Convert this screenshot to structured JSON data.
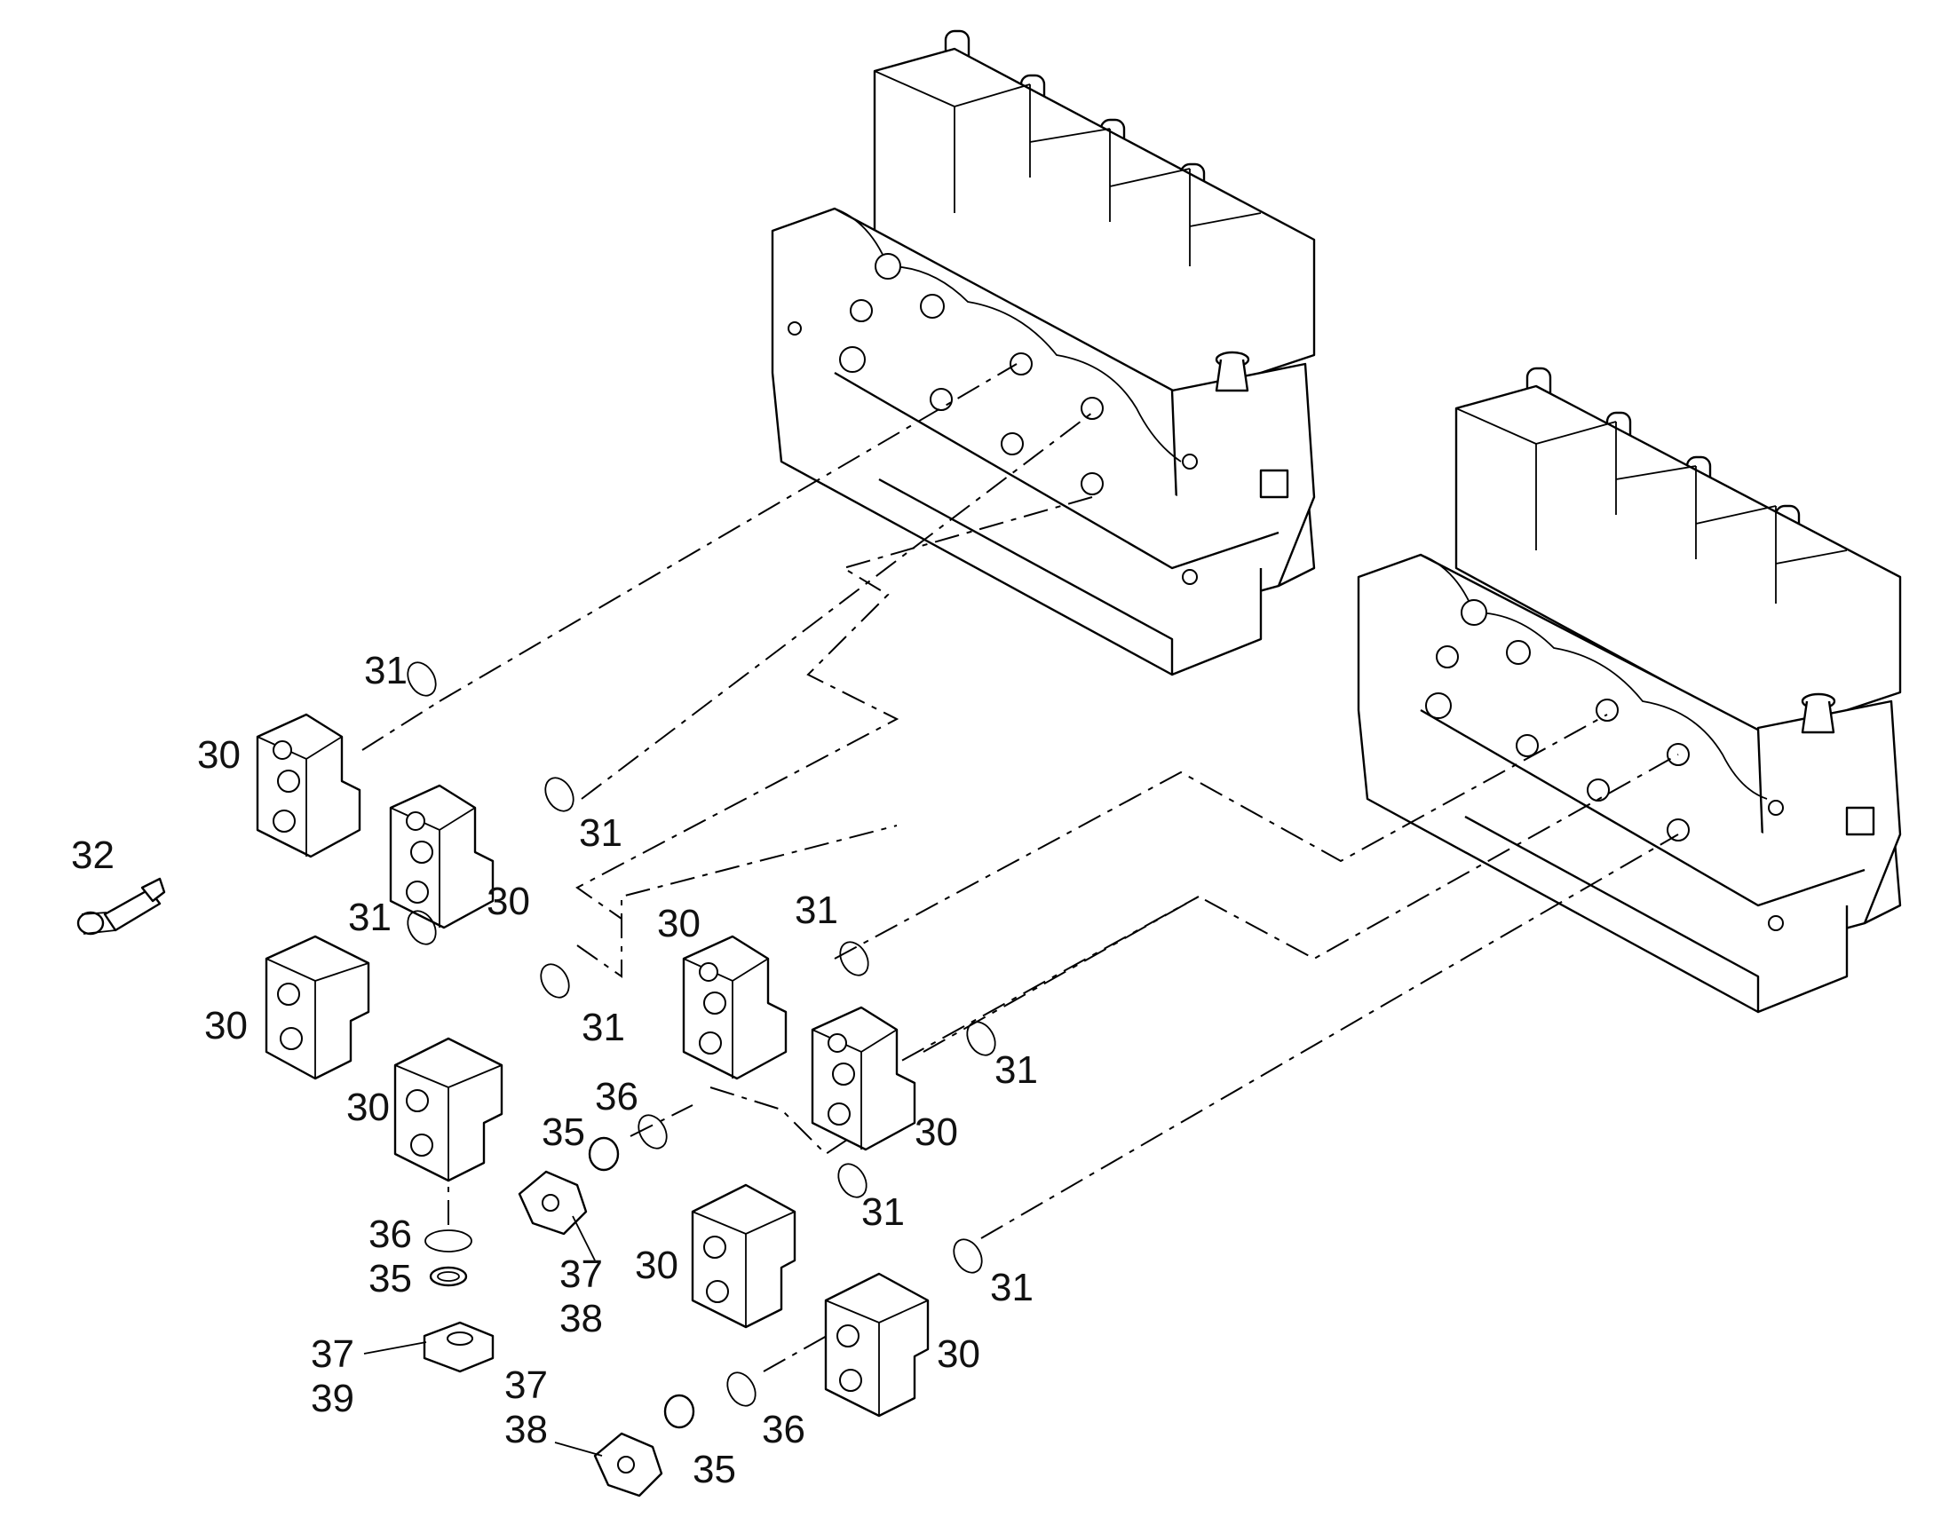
{
  "diagram": {
    "callouts": [
      "30",
      "31",
      "32",
      "35",
      "36",
      "37",
      "38",
      "39"
    ]
  }
}
